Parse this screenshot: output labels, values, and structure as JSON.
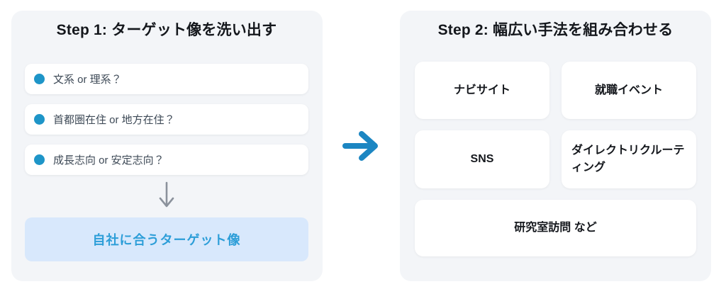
{
  "step1": {
    "title": "Step 1: ターゲット像を洗い出す",
    "items": [
      {
        "label": "文系 or 理系？"
      },
      {
        "label": "首都圏在住 or 地方在住？"
      },
      {
        "label": "成長志向 or 安定志向？"
      }
    ],
    "result_label": "自社に合うターゲット像"
  },
  "step2": {
    "title": "Step 2: 幅広い手法を組み合わせる",
    "cards": [
      {
        "label": "ナビサイト"
      },
      {
        "label": "就職イベント"
      },
      {
        "label": "SNS"
      },
      {
        "label": "ダイレクトリクルーティング"
      },
      {
        "label": "研究室訪問 など"
      }
    ]
  },
  "icons": {
    "bullet_icon": "circle",
    "down_arrow_icon": "↓",
    "right_arrow_icon": "→"
  },
  "colors": {
    "panel_bg": "#f3f5f8",
    "bullet_blue": "#1e95c8",
    "flow_arrow_blue": "#1c86c2",
    "down_arrow_gray": "#8b929c",
    "result_box_bg": "#d8e8fc",
    "result_text_blue": "#2d9ed8"
  }
}
